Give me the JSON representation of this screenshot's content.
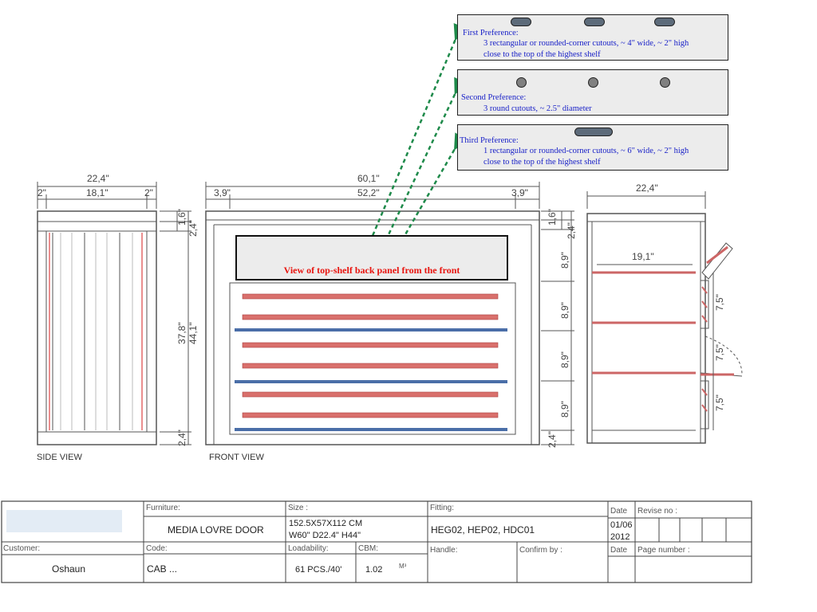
{
  "preferences": [
    {
      "title": "First Preference:",
      "lines": [
        "3 rectangular or rounded-corner cutouts,  ~ 4\" wide, ~ 2\" high",
        "close to the top of the highest shelf"
      ]
    },
    {
      "title": "Second Preference:",
      "lines": [
        "3 round cutouts,  ~ 2.5\" diameter"
      ]
    },
    {
      "title": "Third Preference:",
      "lines": [
        "1 rectangular or rounded-corner cutouts,  ~ 6\" wide, ~ 2\" high",
        "close to the top of the highest shelf"
      ]
    }
  ],
  "callout": "View of top-shelf back panel from the front",
  "dims": {
    "side_w": "22,4\"",
    "side_l": "2\"",
    "side_mid": "18,1\"",
    "side_r": "2\"",
    "front_w": "60,1\"",
    "front_l": "3,9\"",
    "front_mid": "52,2\"",
    "front_r": "3,9\"",
    "right_w": "22,4\"",
    "shelf_w": "19,1\"",
    "h_16": "1,6\"",
    "h_24a": "2,4\"",
    "h_378": "37,8\"",
    "h_24b": "2,4\"",
    "f_16": "1,6\"",
    "f_24a": "2,4\"",
    "f_441": "44,1\"",
    "f_89a": "8,9\"",
    "f_89b": "8,9\"",
    "f_89c": "8,9\"",
    "f_89d": "8,9\"",
    "f_24b": "2,4\"",
    "r_75a": "7,5\"",
    "r_75b": "7,5\"",
    "r_75c": "7,5\""
  },
  "views": {
    "side": "SIDE VIEW",
    "front": "FRONT VIEW"
  },
  "title_block": {
    "furniture_label": "Furniture:",
    "furniture_value": "MEDIA LOVRE DOOR",
    "size_label": "Size :",
    "size_line1": "152.5X57X112 CM",
    "size_line2": "W60\" D22.4\" H44\"",
    "fitting_label": "Fitting:",
    "fitting_value": "HEG02, HEP02, HDC01",
    "date_label": "Date",
    "revise_label": "Revise no :",
    "date_value": "01/06",
    "year_value": "2012",
    "customer_label": "Customer:",
    "customer_value": "Oshaun",
    "code_label": "Code:",
    "code_value": "CAB ...",
    "loadability_label": "Loadability:",
    "loadability_value": "61 PCS./40'",
    "cbm_label": "CBM:",
    "cbm_value": "1.02",
    "cbm_unit": "M³",
    "handle_label": "Handle:",
    "confirm_label": "Confirm by :",
    "date_label2": "Date",
    "page_label": "Page number :"
  },
  "colors": {
    "pref_text": "#1a22c8",
    "callout_text": "#e8140e",
    "arrow": "#1e8a4a",
    "louver_red": "#d9706c",
    "louver_blue": "#4a6ea8",
    "slot": "#5d6b7a"
  }
}
